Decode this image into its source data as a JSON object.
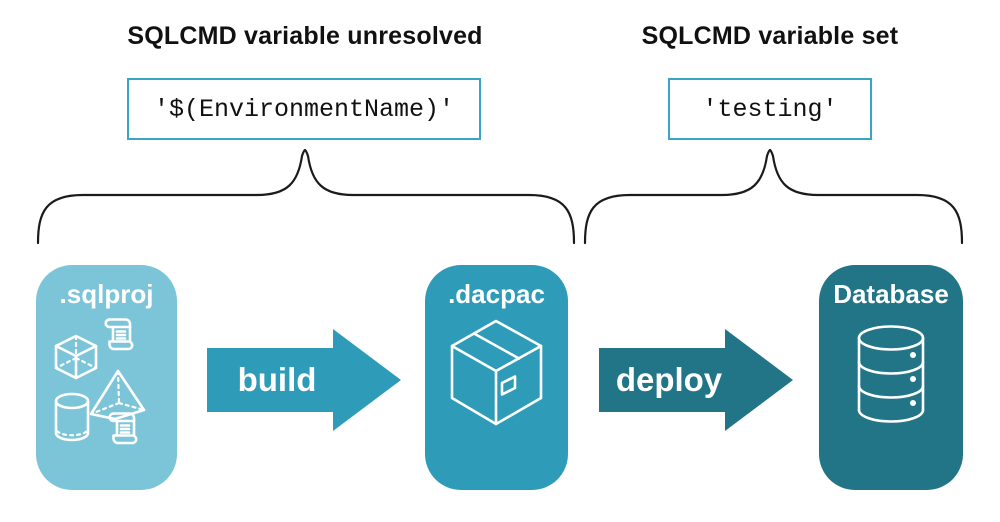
{
  "title_left": "SQLCMD variable unresolved",
  "title_right": "SQLCMD variable set",
  "code_left": "'$(EnvironmentName)'",
  "code_right": "'testing'",
  "nodes": [
    {
      "label": ".sqlproj",
      "color": "#7CC5D9",
      "icon": "sql-scripts-shapes-icon"
    },
    {
      "label": ".dacpac",
      "color": "#2E9CB8",
      "icon": "package-icon"
    },
    {
      "label": "Database",
      "color": "#227487",
      "icon": "database-icon"
    }
  ],
  "arrows": [
    {
      "label": "build",
      "color": "#2E9CB8"
    },
    {
      "label": "deploy",
      "color": "#227487"
    }
  ],
  "colors": {
    "code_box_border": "#3BA6C4",
    "brace": "#1B1B1B",
    "heading_text": "#111111",
    "code_text": "#111111",
    "node_label_text": "#FFFFFF",
    "arrow_label_text": "#FFFFFF",
    "background": "#FFFFFF"
  }
}
